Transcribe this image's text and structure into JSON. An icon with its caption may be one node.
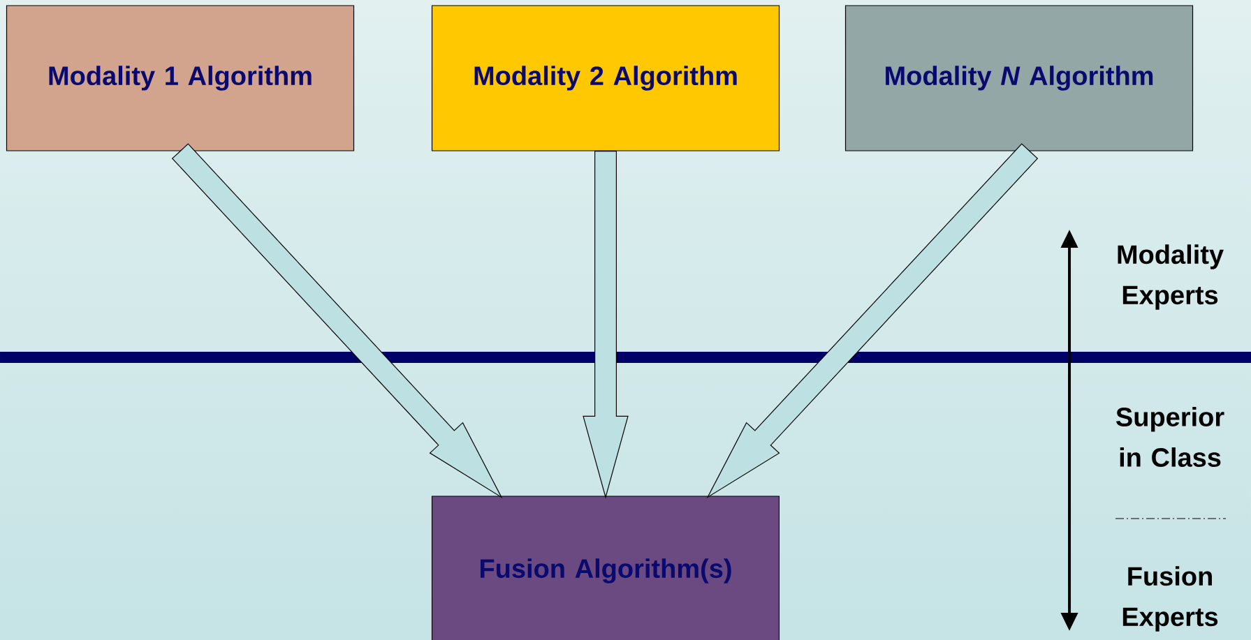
{
  "diagram": {
    "nodes": [
      {
        "text": [
          "Modality 1 Algorithm"
        ]
      },
      {
        "text": [
          "Modality 2 Algorithm"
        ]
      },
      {
        "text": [
          "Modality *N* Algorithm"
        ]
      },
      {
        "text": [
          "Fusion Algorithm(s)"
        ]
      }
    ],
    "edges": [
      {
        "from": 0,
        "to": 3,
        "arrow": "to"
      },
      {
        "from": 1,
        "to": 3,
        "arrow": "to"
      },
      {
        "from": 2,
        "to": 3,
        "arrow": "to"
      }
    ],
    "labels": [
      "Modality Experts",
      "Superior in Class",
      "Fusion Experts"
    ]
  }
}
